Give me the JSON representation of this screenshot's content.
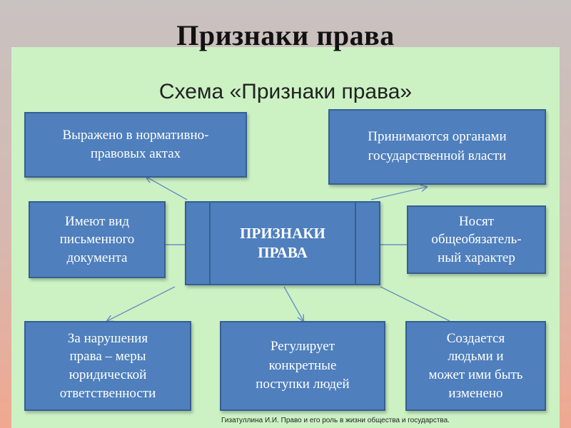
{
  "page_title": "Признаки права",
  "scheme_title": "Схема «Признаки права»",
  "center_label": "ПРИЗНАКИ\nПРАВА",
  "boxes": [
    {
      "text": "Выражено в нормативно-\nправовых актах"
    },
    {
      "text": "Принимаются органами\nгосударственной власти"
    },
    {
      "text": "Имеют вид\nписьменного\nдокумента"
    },
    {
      "text": "Носят\nобщеобязатель-\nный характер"
    },
    {
      "text": "За нарушения\nправа – меры\nюридической\nответственности"
    },
    {
      "text": "Регулирует\nконкретные\nпоступки людей"
    },
    {
      "text": "Создается\nлюдьми и\nможет ими быть\nизменено"
    }
  ],
  "citation": "Гизатуллина И.И. Право и его роль в жизни общества и государства.",
  "colors": {
    "box_fill": "#4f7fbd",
    "box_border": "#355f93",
    "panel": "#ccf2c4",
    "arrow": "#6a8fc4"
  }
}
